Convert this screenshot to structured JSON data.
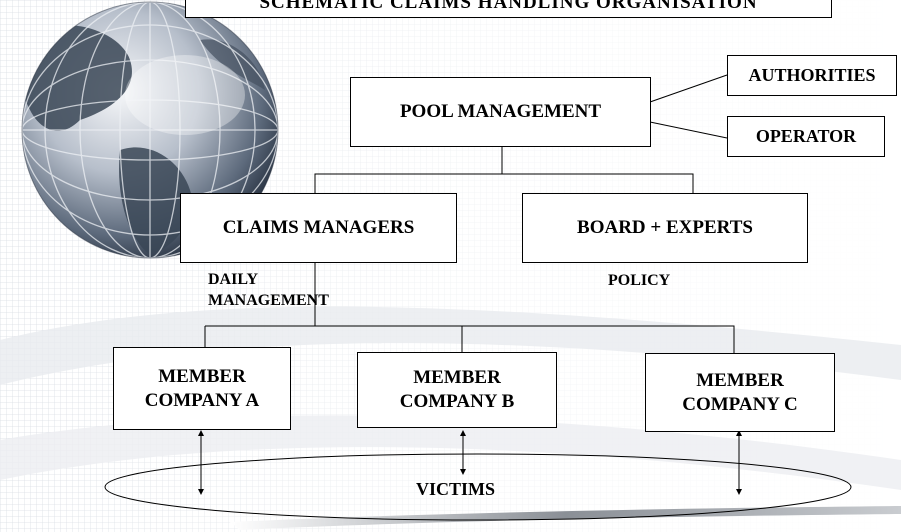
{
  "slide": {
    "title": "SCHEMATIC CLAIMS HANDLING ORGANISATION"
  },
  "nodes": {
    "authorities": "AUTHORITIES",
    "pool_management": "POOL MANAGEMENT",
    "operator": "OPERATOR",
    "claims_managers": "CLAIMS MANAGERS",
    "board_experts": "BOARD + EXPERTS",
    "member_a": "MEMBER COMPANY A",
    "member_b": "MEMBER COMPANY B",
    "member_c": "MEMBER COMPANY C",
    "victims": "VICTIMS"
  },
  "labels": {
    "daily_management": "DAILY MANAGEMENT",
    "policy": "POLICY"
  },
  "icons": {
    "globe": "globe-icon"
  }
}
